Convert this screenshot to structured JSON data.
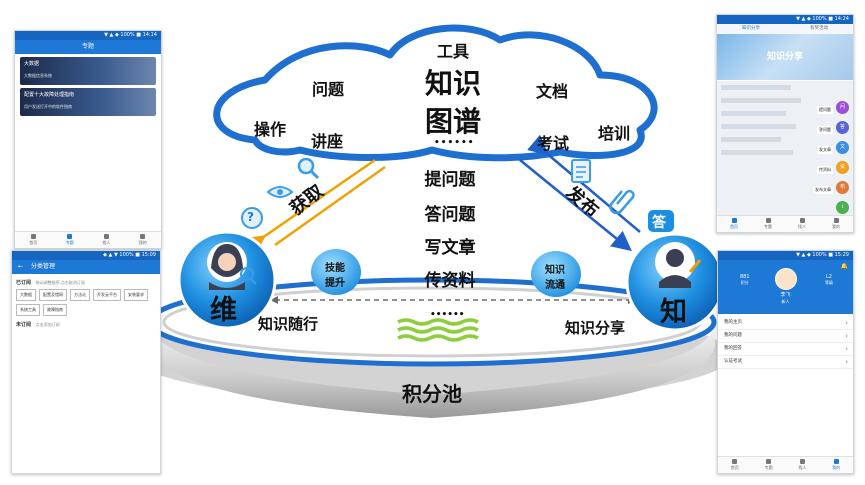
{
  "cloud": {
    "center": [
      "知识",
      "图谱"
    ],
    "ellipsis": "••••••",
    "items": [
      "工具",
      "问题",
      "文档",
      "操作",
      "讲座",
      "考试",
      "培训"
    ]
  },
  "center_list": [
    "提问题",
    "答问题",
    "写文章",
    "传资料"
  ],
  "arrows": {
    "get": "获取",
    "publish": "发布"
  },
  "left_node": {
    "char": "维",
    "bubble": [
      "技能",
      "提升"
    ],
    "caption": "知识随行",
    "help_glyph": "?"
  },
  "right_node": {
    "char": "知",
    "bubble": [
      "知识",
      "流通"
    ],
    "caption": "知识分享",
    "answer_glyph": "答"
  },
  "wave_dots": "••••••",
  "pool": "积分池",
  "phone_topic": {
    "status": "▼ ▲ ◆ 100% ■ 14:14",
    "title": "专题",
    "cards": [
      {
        "title": "大数据",
        "sub": "大数据信息系统"
      },
      {
        "title": "配置十大故障处理指南",
        "sub": "用户发送打开中的软件指南"
      }
    ],
    "tabs": [
      "首页",
      "专题",
      "找人",
      "我的"
    ]
  },
  "phone_subscribe": {
    "status": "◆ ▲ ▼ 100% ■ 15:09",
    "title": "分类管理",
    "subscribed": "已订阅",
    "subscribed_hint": "拖动调整顺序,点击取消订阅",
    "chips": [
      "大数据",
      "配置及错网",
      "方法论",
      "开发云平台",
      "安装要求",
      "系统工具",
      "故障指南"
    ],
    "unsubscribed": "未订阅",
    "unsubscribed_hint": "点击添加订阅"
  },
  "phone_publish": {
    "status": "▼ ▲ ◆ 100% ■ 14:24",
    "tabs": [
      "知识分享",
      "有奖活动"
    ],
    "banner": "知识分享",
    "fabs": [
      {
        "label": "提问题",
        "glyph": "问",
        "color": "#9c4fd6"
      },
      {
        "label": "答问题",
        "glyph": "答",
        "color": "#5a62d8"
      },
      {
        "label": "发文章",
        "glyph": "文",
        "color": "#3a8ee6"
      },
      {
        "label": "传资料",
        "glyph": "资",
        "color": "#f0a020"
      },
      {
        "label": "发布文章",
        "glyph": "布",
        "color": "#e07a3a"
      },
      {
        "label": "",
        "glyph": "i",
        "color": "#4caf50"
      }
    ],
    "tabbar": [
      "首页",
      "专题",
      "找人",
      "我的"
    ]
  },
  "phone_profile": {
    "status": "▼ ▲ ◆ 100% ■ 15:29",
    "stats": [
      {
        "value": "881",
        "label": "积分"
      },
      {
        "value": "L2",
        "label": "等级"
      }
    ],
    "name": "李飞",
    "role": "新人",
    "menu": [
      "我的主页",
      "我的问题",
      "我的回答",
      "认证考试"
    ],
    "tabbar": [
      "首页",
      "专题",
      "找人",
      "我的"
    ]
  },
  "colors": {
    "blue": "#1e6fd0",
    "orange": "#f0a000",
    "node_blue": "#1f8fe0",
    "phone_bar": "#1e78d6"
  }
}
